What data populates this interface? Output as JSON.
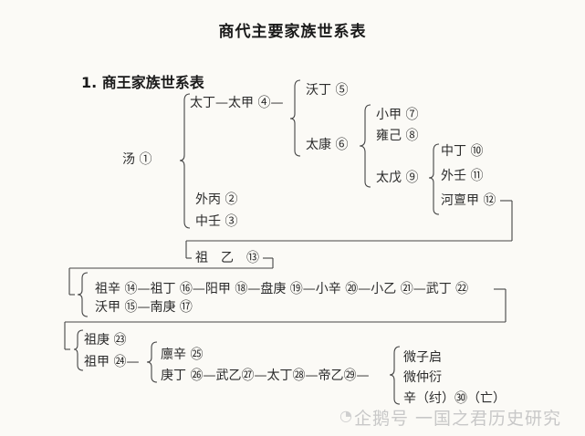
{
  "title": "商代主要家族世系表",
  "section": {
    "label": "1. 商王家族世系表"
  },
  "nodes": {
    "tang": "汤 ①",
    "taiding_taijia": "太丁—太甲 ④—",
    "waibing": "外丙 ②",
    "zhongren": "中壬 ③",
    "woding": "沃丁 ⑤",
    "taikang": "太康 ⑥",
    "xiaojia": "小甲 ⑦",
    "yongji": "雍己 ⑧",
    "taiwu": "太戊 ⑨",
    "zhongding": "中丁 ⑩",
    "waren": "外壬 ⑪",
    "hedanjia": "河亶甲 ⑫",
    "zuyi": "祖　乙　⑬",
    "row_zuxin": "祖辛 ⑭—祖丁 ⑯—阳甲 ⑱—盘庚 ⑲—小辛 ⑳—小乙 ㉑—武丁 ㉒",
    "row_wojia": "沃甲 ⑮—南庚 ⑰",
    "zugeng": "祖庚 ㉓",
    "zujia": "祖甲 ㉔—",
    "linxin": "廪辛 ㉕",
    "row_gengding": "庚丁 ㉖—武乙㉗—太丁㉘—帝乙㉙—",
    "weiziqi": "微子启",
    "weizhongyan": "微仲衍",
    "xin_zhou": "辛（纣）㉚（亡）"
  },
  "watermark": {
    "icon": "penguin-icon",
    "text": "企鹅号 一国之君历史研究"
  },
  "colors": {
    "background": "#fbfaf6",
    "text": "#2b2b2b",
    "lines": "#444444",
    "watermark": "#c8c8c8"
  }
}
